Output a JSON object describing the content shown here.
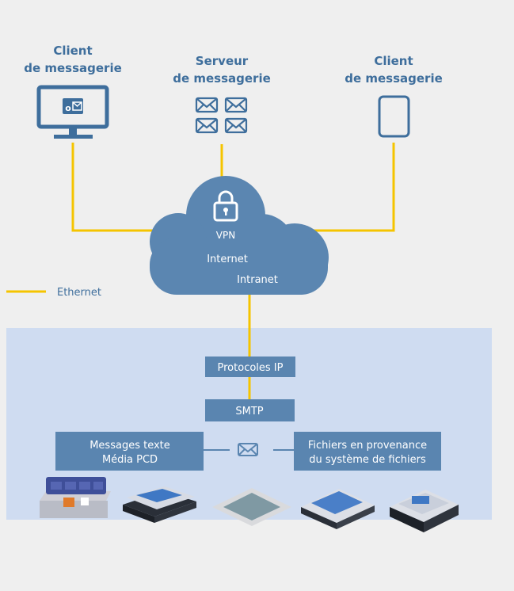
{
  "clients": {
    "left": {
      "line1": "Client",
      "line2": "de messagerie"
    },
    "server": {
      "line1": "Serveur",
      "line2": "de messagerie"
    },
    "right": {
      "line1": "Client",
      "line2": "de messagerie"
    }
  },
  "cloud": {
    "vpn": "VPN",
    "internet": "Internet",
    "intranet": "Intranet"
  },
  "legend": {
    "ethernet": "Ethernet"
  },
  "stack": {
    "protocols": "Protocoles IP",
    "smtp": "SMTP",
    "left_box": {
      "line1": "Messages texte",
      "line2": "Média PCD"
    },
    "right_box": {
      "line1": "Fichiers en provenance",
      "line2": "du système de fichiers"
    }
  },
  "colors": {
    "ethernet": "#f5c400",
    "box": "#5a85b0",
    "cloud": "#5b86b1",
    "panel": "#cfdcf1",
    "background": "#efefef",
    "title_text": "#3e6e9c"
  },
  "icons": [
    "monitor-icon",
    "outlook-icon",
    "envelope-icon",
    "tablet-icon",
    "lock-icon",
    "plc-device-icon",
    "touch-panel-icon"
  ]
}
